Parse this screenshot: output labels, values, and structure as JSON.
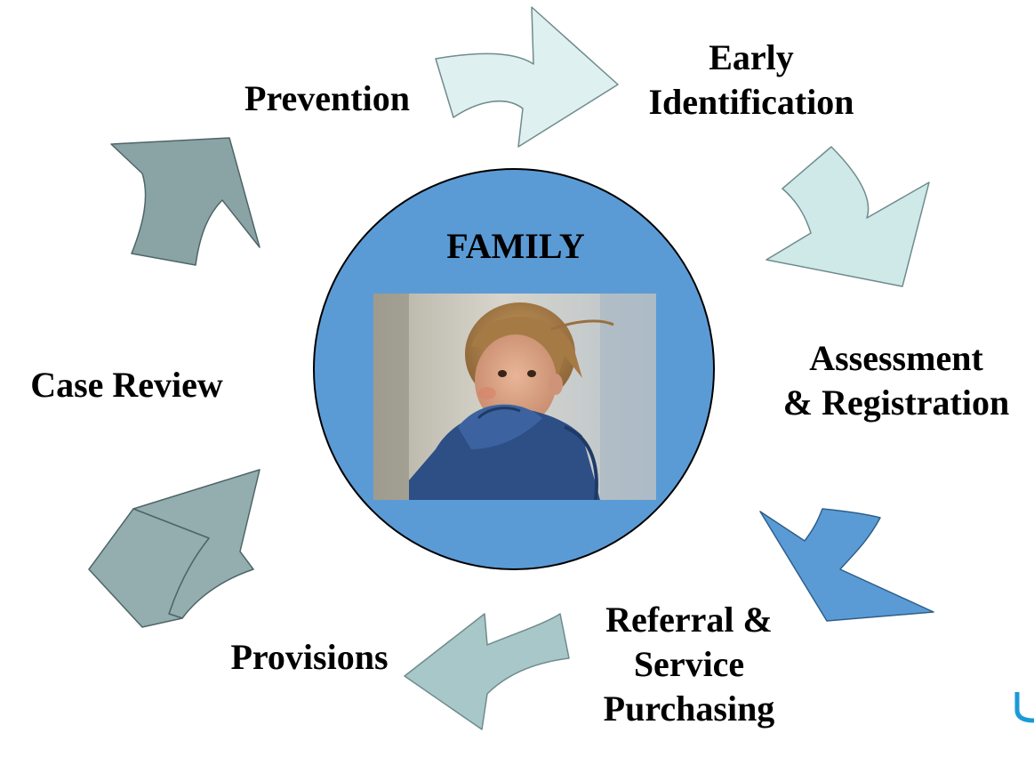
{
  "center": {
    "title": "FAMILY",
    "color": "#5b9bd5",
    "photo_icon": "child-photo"
  },
  "stages": [
    {
      "id": "prevention",
      "lines": [
        "Prevention"
      ],
      "arrow_color": "#dff0f0",
      "arrow_icon": "curved-arrow-right"
    },
    {
      "id": "early-identification",
      "lines": [
        "Early",
        "Identification"
      ],
      "arrow_color": "#cfe8e8",
      "arrow_icon": "curved-arrow-down-right"
    },
    {
      "id": "assessment-registration",
      "lines": [
        "Assessment",
        "& Registration"
      ],
      "arrow_color": "#5b9bd5",
      "arrow_icon": "curved-arrow-down-left"
    },
    {
      "id": "referral-service-purchasing",
      "lines": [
        "Referral &",
        "Service",
        "Purchasing"
      ],
      "arrow_color": "#a8c7c8",
      "arrow_icon": "curved-arrow-left"
    },
    {
      "id": "provisions",
      "lines": [
        "Provisions"
      ],
      "arrow_color": "#94aeb0",
      "arrow_icon": "curved-arrow-up-left"
    },
    {
      "id": "case-review",
      "lines": [
        "Case Review"
      ],
      "arrow_color": "#8aa4a6",
      "arrow_icon": "curved-arrow-up-right"
    }
  ]
}
